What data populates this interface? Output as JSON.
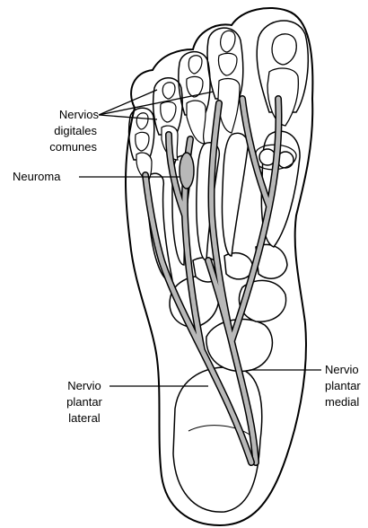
{
  "labels": {
    "nervios_digitales": [
      "Nervios",
      "digitales",
      "comunes"
    ],
    "neuroma": "Neuroma",
    "plantar_lateral": [
      "Nervio",
      "plantar",
      "lateral"
    ],
    "plantar_medial": [
      "Nervio",
      "plantar",
      "medial"
    ]
  },
  "colors": {
    "outline": "#000000",
    "nerve_fill": "#b8b8b8",
    "bone_fill": "#ffffff",
    "background": "#ffffff"
  }
}
